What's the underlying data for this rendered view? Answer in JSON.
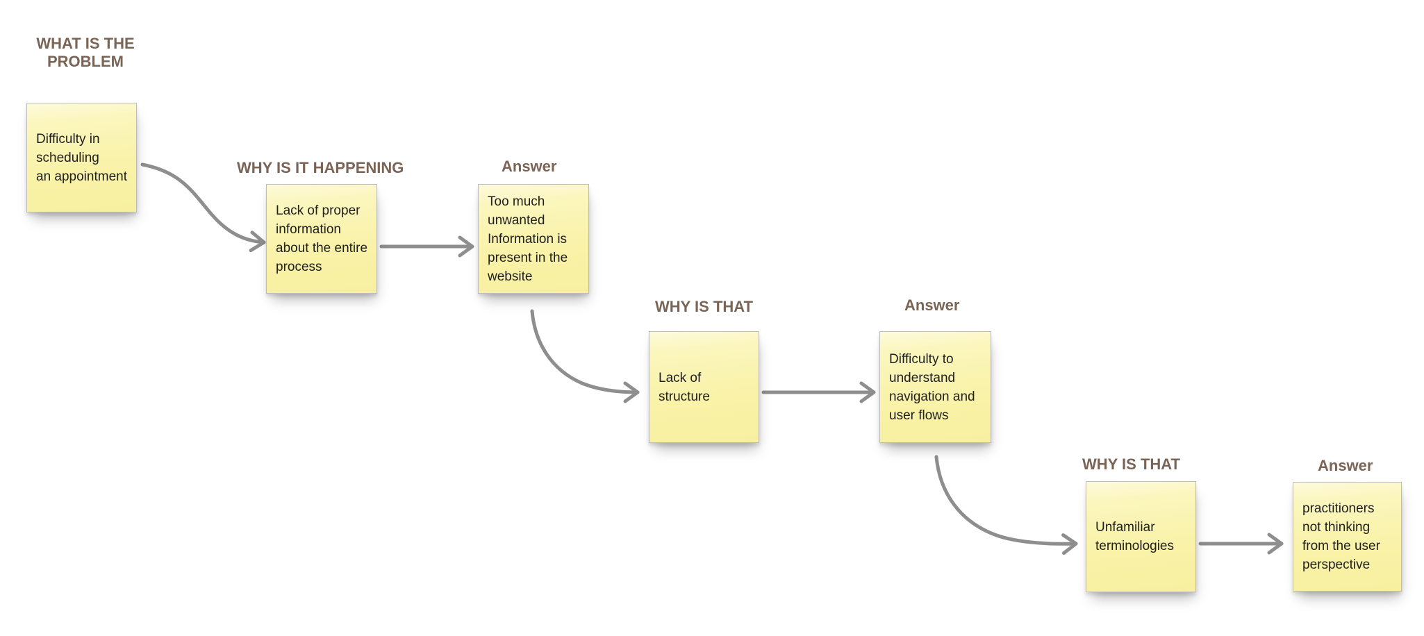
{
  "colors": {
    "background": "#ffffff",
    "heading": "#7a6455",
    "arrow": "#8e8e8e",
    "note-border": "#bcbcbc",
    "note-text": "#202020"
  },
  "headings": [
    {
      "id": "what-is-the-problem",
      "label": "WHAT IS THE PROBLEM"
    },
    {
      "id": "why-is-it-happening",
      "label": "WHY IS IT HAPPENING"
    },
    {
      "id": "answer-1",
      "label": "Answer"
    },
    {
      "id": "why-is-that-1",
      "label": "WHY IS THAT"
    },
    {
      "id": "answer-2",
      "label": "Answer"
    },
    {
      "id": "why-is-that-2",
      "label": "WHY IS THAT"
    },
    {
      "id": "answer-3",
      "label": "Answer"
    }
  ],
  "notes": [
    {
      "id": "problem",
      "text": "Difficulty in\nscheduling\nan appointment"
    },
    {
      "id": "why-happening-answer",
      "text": "Lack of proper\ninformation\nabout the entire\nprocess"
    },
    {
      "id": "answer-1",
      "text": "Too much\nunwanted\nInformation is\npresent in the\nwebsite"
    },
    {
      "id": "why-that-1-answer",
      "text": "Lack of\nstructure"
    },
    {
      "id": "answer-2",
      "text": "Difficulty to\nunderstand\nnavigation and\nuser flows"
    },
    {
      "id": "why-that-2-answer",
      "text": "Unfamiliar\nterminologies"
    },
    {
      "id": "answer-3",
      "text": "practitioners\nnot thinking\nfrom the user\nperspective"
    }
  ]
}
